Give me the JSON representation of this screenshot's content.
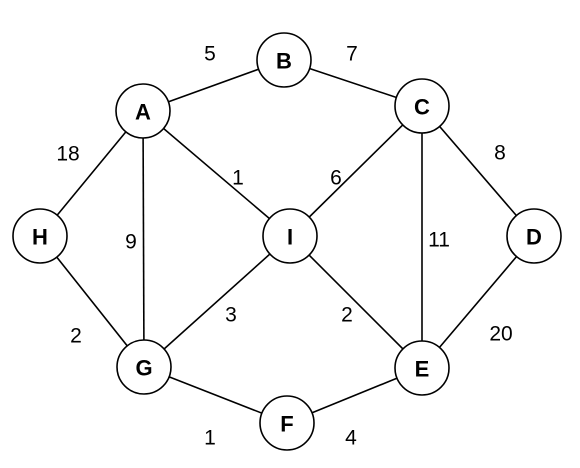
{
  "graph": {
    "nodes": [
      {
        "id": "A",
        "label": "A"
      },
      {
        "id": "B",
        "label": "B"
      },
      {
        "id": "C",
        "label": "C"
      },
      {
        "id": "D",
        "label": "D"
      },
      {
        "id": "E",
        "label": "E"
      },
      {
        "id": "F",
        "label": "F"
      },
      {
        "id": "G",
        "label": "G"
      },
      {
        "id": "H",
        "label": "H"
      },
      {
        "id": "I",
        "label": "I"
      }
    ],
    "edges": [
      {
        "from": "A",
        "to": "B",
        "weight": "5"
      },
      {
        "from": "B",
        "to": "C",
        "weight": "7"
      },
      {
        "from": "A",
        "to": "H",
        "weight": "18"
      },
      {
        "from": "A",
        "to": "I",
        "weight": "1"
      },
      {
        "from": "A",
        "to": "G",
        "weight": "9"
      },
      {
        "from": "C",
        "to": "I",
        "weight": "6"
      },
      {
        "from": "C",
        "to": "D",
        "weight": "8"
      },
      {
        "from": "C",
        "to": "E",
        "weight": "11"
      },
      {
        "from": "H",
        "to": "G",
        "weight": "2"
      },
      {
        "from": "I",
        "to": "G",
        "weight": "3"
      },
      {
        "from": "I",
        "to": "E",
        "weight": "2"
      },
      {
        "from": "D",
        "to": "E",
        "weight": "20"
      },
      {
        "from": "G",
        "to": "F",
        "weight": "1"
      },
      {
        "from": "F",
        "to": "E",
        "weight": "4"
      }
    ]
  }
}
